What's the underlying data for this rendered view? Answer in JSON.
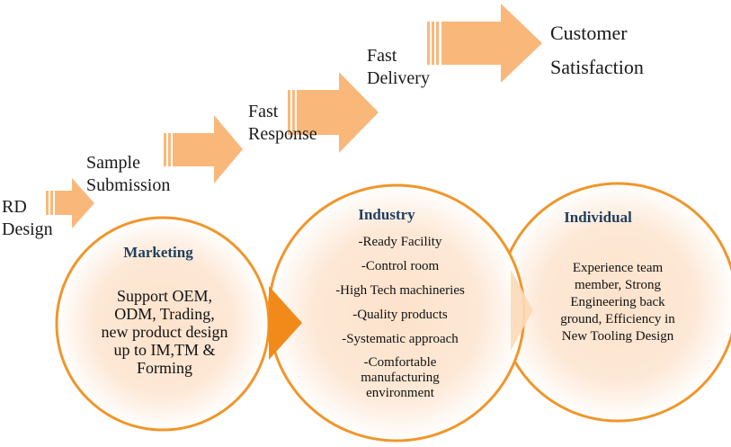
{
  "steps": [
    {
      "label": "RD\nDesign"
    },
    {
      "label": "Sample\nSubmission"
    },
    {
      "label": "Fast\nResponse"
    },
    {
      "label": "Fast\nDelivery"
    },
    {
      "label": "Customer\nSatisfaction"
    }
  ],
  "circles": {
    "marketing": {
      "title": "Marketing",
      "body": "Support OEM,\nODM, Trading,\nnew product design\nup to IM,TM  &\nForming"
    },
    "industry": {
      "title": "Industry",
      "items": [
        "-Ready Facility",
        "-Control room",
        "-High  Tech machineries",
        "-Quality  products",
        "-Systematic approach",
        "-Comfortable\nmanufacturing\nenvironment"
      ]
    },
    "individual": {
      "title": "Individual",
      "body": "Experience team\nmember, Strong\nEngineering  back\nground, Efficiency in\nNew Tooling Design"
    }
  },
  "colors": {
    "arrow": "#f9b87a",
    "circle_fill": "#fde4cf",
    "circle_stroke": "#f0962a",
    "connector": "#f28a1a",
    "title_text": "#1f3f5f"
  }
}
